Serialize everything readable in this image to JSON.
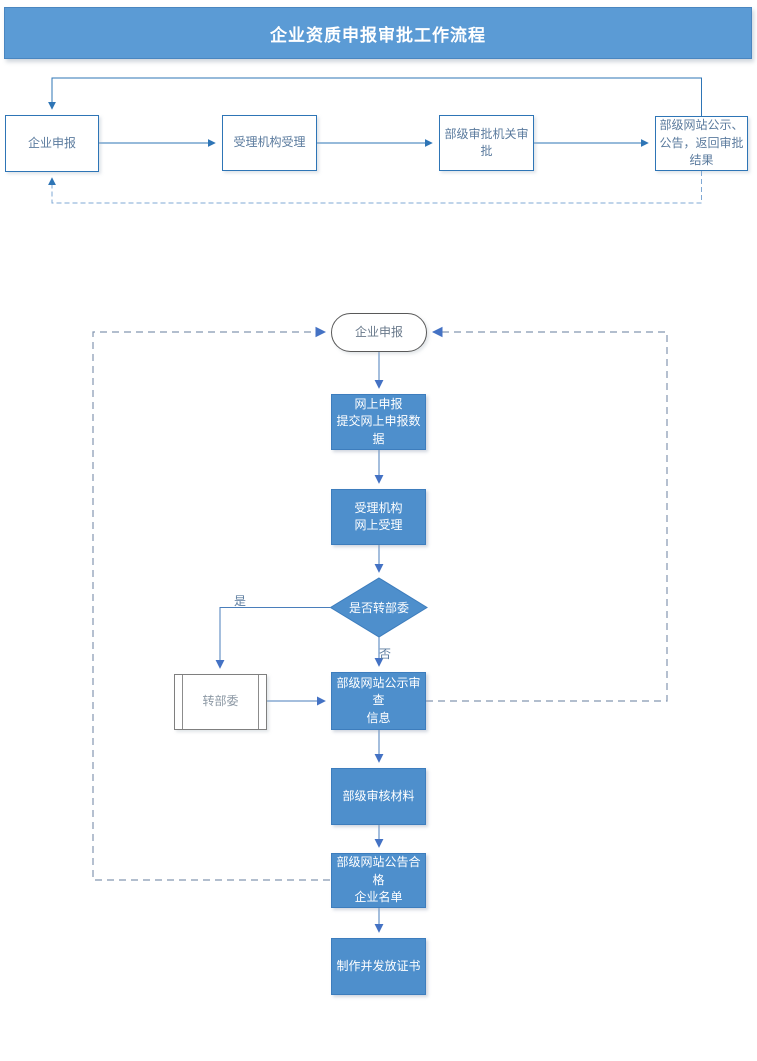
{
  "page": {
    "title": "企业资质申报审批工作流程"
  },
  "top_flow": {
    "step1": "企业申报",
    "step2": "受理机构受理",
    "step3": "部级审批机关审批",
    "step4": "部级网站公示、公告，返回审批结果"
  },
  "detail_flow": {
    "start": "企业申报",
    "online_apply": "网上申报\n提交网上申报数据",
    "accept": "受理机构\n网上受理",
    "decision": "是否转部委",
    "yes_label": "是",
    "no_label": "否",
    "transfer": "转部委",
    "publicity": "部级网站公示审查\n信息",
    "review": "部级审核材料",
    "announce": "部级网站公告合格\n企业名单",
    "certificate": "制作并发放证书"
  },
  "colors": {
    "header_fill": "#5B9BD5",
    "header_border": "#4a86c0",
    "process_fill": "#4E8FCC",
    "process_border": "#3d7dbd",
    "accent_line": "#2E75B6",
    "dashed_line": "#8496B0",
    "start_border": "#595959",
    "outline_text": "#5b7b9e"
  }
}
